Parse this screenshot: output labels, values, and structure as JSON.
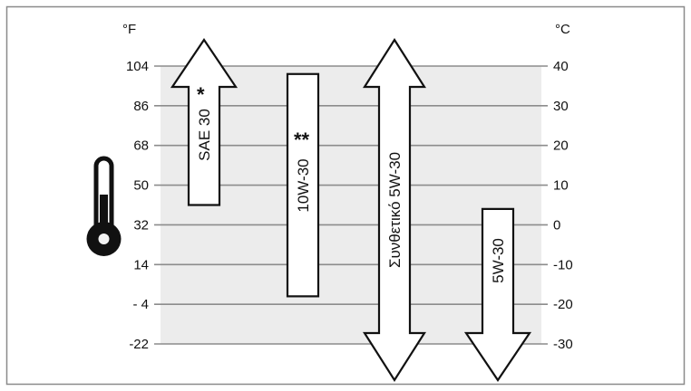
{
  "chart_data": {
    "type": "range-bar",
    "title": "",
    "left_unit": "°F",
    "right_unit": "°C",
    "fahrenheit_ticks": [
      "104",
      "86",
      "68",
      "50",
      "32",
      "14",
      "- 4",
      "-22"
    ],
    "celsius_ticks": [
      "40",
      "30",
      "20",
      "10",
      "0",
      "-10",
      "-20",
      "-30"
    ],
    "celsius_tick_values": [
      40,
      30,
      20,
      10,
      0,
      -10,
      -20,
      -30
    ],
    "ylim_celsius": [
      -30,
      40
    ],
    "grid": true,
    "bars": [
      {
        "name": "SAE 30",
        "annotation": "*",
        "min_c": 5,
        "max_c": null,
        "extends": "up"
      },
      {
        "name": "10W-30",
        "annotation": "**",
        "min_c": -18,
        "max_c": 38,
        "extends": "none"
      },
      {
        "name": "Συνθετικό 5W-30",
        "annotation": "",
        "min_c": null,
        "max_c": null,
        "extends": "both"
      },
      {
        "name": "5W-30",
        "annotation": "",
        "min_c": null,
        "max_c": 4,
        "extends": "down"
      }
    ],
    "icon": "thermometer-icon"
  }
}
